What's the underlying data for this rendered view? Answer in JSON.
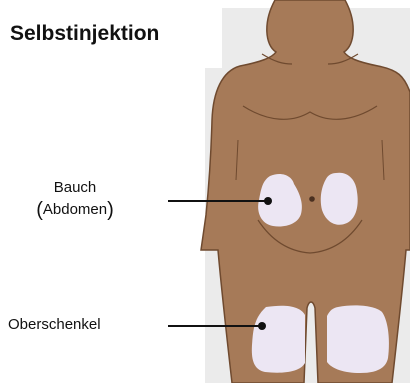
{
  "title": "Selbstinjektion",
  "labels": {
    "abdomen_line1": "Bauch",
    "abdomen_line2_open": "(",
    "abdomen_line2_text": "Abdomen",
    "abdomen_line2_close": ")",
    "thigh": "Oberschenkel"
  },
  "colors": {
    "skin": "#a67a58",
    "skin_outline": "#6f4a2f",
    "injection_zone": "#ece6f3",
    "panel_background": "#ebebeb",
    "leader_line": "#111111"
  },
  "injection_sites": [
    "abdomen-left",
    "abdomen-right",
    "thigh-left",
    "thigh-right"
  ]
}
